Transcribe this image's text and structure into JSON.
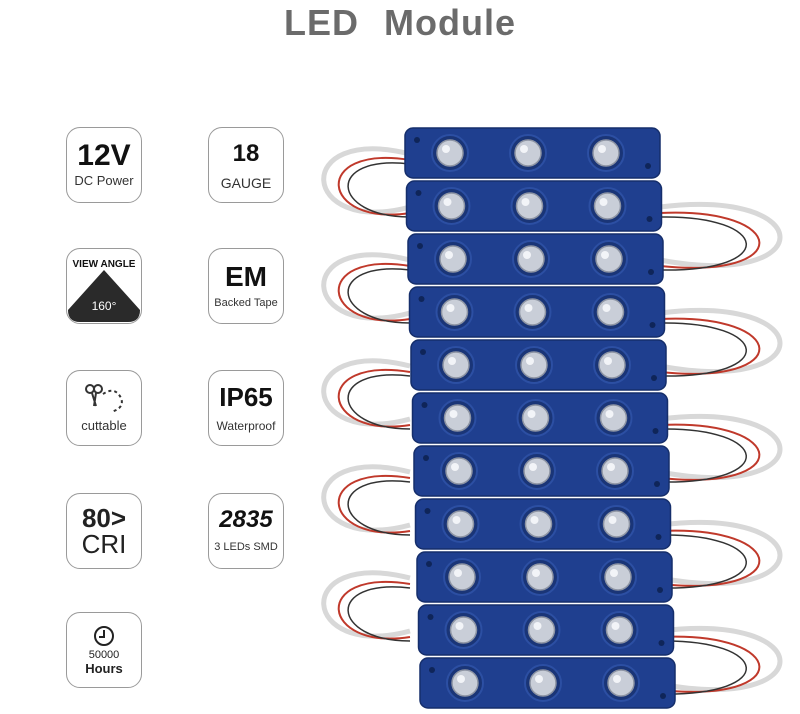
{
  "title": "LED   Module",
  "badges": {
    "power": {
      "big": "12V",
      "sub": "DC Power"
    },
    "gauge": {
      "big": "18",
      "sub": "GAUGE"
    },
    "view_angle": {
      "label": "VIEW ANGLE",
      "degree": "160°"
    },
    "tape": {
      "big": "EM",
      "sub": "Backed Tape"
    },
    "cuttable": {
      "sub": "cuttable",
      "icon": "scissors-icon"
    },
    "ip": {
      "big": "IP65",
      "sub": "Waterproof"
    },
    "cri": {
      "big": "80>",
      "sub": "CRI"
    },
    "smd": {
      "big": "2835",
      "sub": "3 LEDs SMD"
    },
    "hours": {
      "num": "50000",
      "sub": "Hours",
      "icon": "clock-icon"
    }
  },
  "colors": {
    "module_blue": "#1f3f8f",
    "wire_red": "#c0392b",
    "wire_white": "#d8d8d8",
    "title_gray": "#6b6b6b"
  },
  "module_count": 11,
  "leds_per_module": 3
}
